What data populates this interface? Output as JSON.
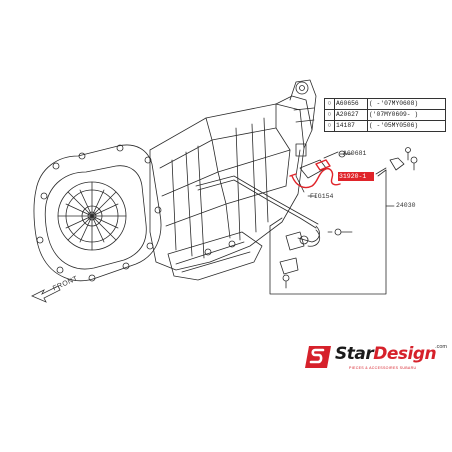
{
  "reference_table": {
    "rows": [
      {
        "part": "A60656",
        "note": "(   -'07MY0608)"
      },
      {
        "part": "A20627",
        "note": "('07MY0609-   )"
      },
      {
        "part": "14187",
        "note": "(   -'05MY0506)"
      }
    ]
  },
  "callouts": {
    "a60681": "A60681",
    "fig154": "FIG154",
    "part_24030": "24030",
    "highlighted_part": "31920-1"
  },
  "front_label": "FRONT",
  "logo": {
    "text_dark": "Star",
    "text_red": "Design",
    "tld": ".com",
    "tagline": "PIECES & ACCESSOIRES SUBARU"
  },
  "colors": {
    "highlight_red": "#e0242a",
    "line_dark": "#2b2b2b",
    "brand_red": "#d6212b"
  }
}
